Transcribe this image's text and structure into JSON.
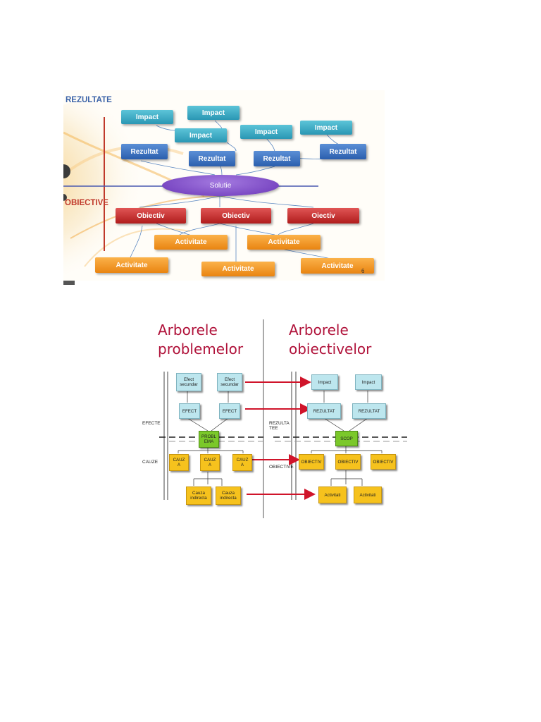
{
  "diagram1": {
    "label_rezultate": "REZULTATE",
    "label_obiective": "OBIECTIVE",
    "impacts": [
      "Impact",
      "Impact",
      "Impact",
      "Impact",
      "Impact"
    ],
    "rezultate": [
      "Rezultat",
      "Rezultat",
      "Rezultat",
      "Rezultat"
    ],
    "solutie": "Solutie",
    "obiective": [
      "Obiectiv",
      "Obiectiv",
      "Oiectiv"
    ],
    "activitati": [
      "Activitate",
      "Activitate",
      "Activitate",
      "Activitate",
      "Activitate"
    ],
    "page_number": "6",
    "colors": {
      "impact": "#2a97b4",
      "rezultat": "#2b5fae",
      "solutie": "#6a35b8",
      "obiectiv": "#b01c1c",
      "activitate": "#e98411"
    }
  },
  "diagram2": {
    "title_left": [
      "Arborele",
      "problemelor"
    ],
    "title_right": [
      "Arborele",
      "obiectivelor"
    ],
    "label_efecte": "EFECTE",
    "label_cauze": "CAUZE",
    "label_rezultatee": [
      "REZULTA",
      "TEE"
    ],
    "label_obiective": "OBIECTIVE",
    "left": {
      "efect_secundar": [
        [
          "Efect",
          "secundar"
        ],
        [
          "Efect",
          "secundar"
        ]
      ],
      "efect": [
        "EFECT",
        "EFECT"
      ],
      "problema": [
        "PROBL",
        "EMA"
      ],
      "cauze": [
        [
          "CAUZ",
          "A"
        ],
        [
          "CAUZ",
          "A"
        ],
        [
          "CAUZ",
          "A"
        ]
      ],
      "cauze_indirecte": [
        [
          "Cauza",
          "indirecta"
        ],
        [
          "Cauza",
          "indirecta"
        ]
      ]
    },
    "right": {
      "impact": [
        "Impact",
        "Impact"
      ],
      "rezultat": [
        "REZULTAT",
        "REZULTAT"
      ],
      "scop": "SCOP",
      "obiective": [
        "OBIECTIV",
        "OBIECTIV",
        "OBIECTIV"
      ],
      "activitati": [
        "Activitati",
        "Activitati"
      ]
    },
    "colors": {
      "title": "#b0123a",
      "arrow": "#d0142a",
      "effect_box": "#bde6ee",
      "cause_box": "#f6c21d",
      "core_box": "#7bc82a"
    }
  }
}
